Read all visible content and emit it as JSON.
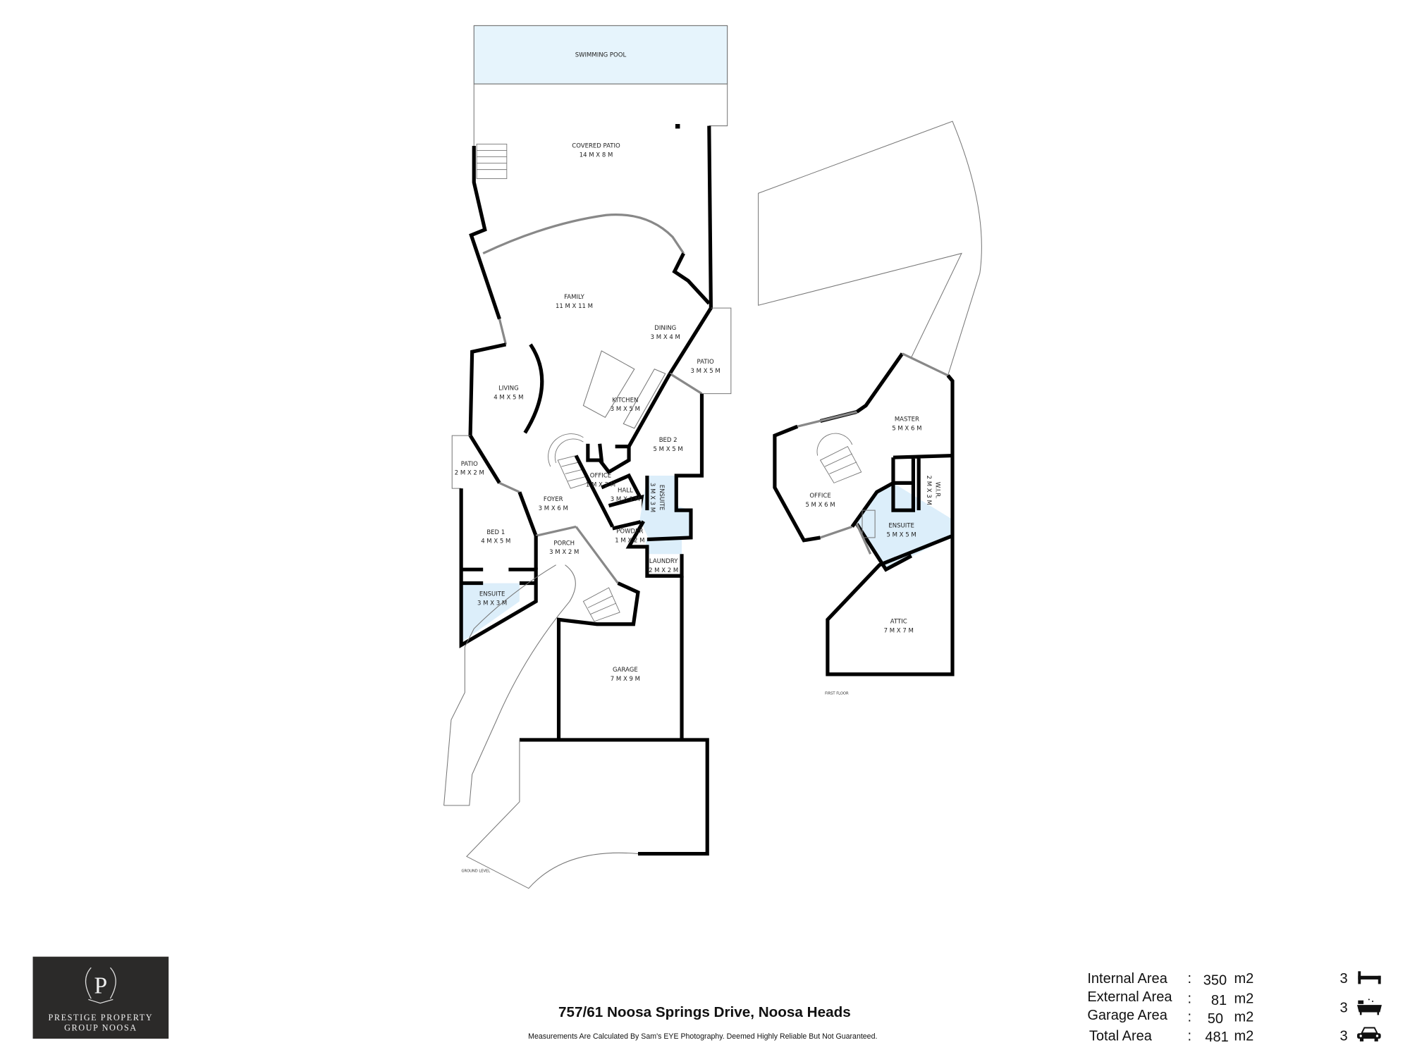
{
  "ground_floor": {
    "level_label": "GROUND LEVEL",
    "rooms": [
      {
        "name": "SWIMMING POOL",
        "dims": ""
      },
      {
        "name": "COVERED PATIO",
        "dims": "14 M X 8 M"
      },
      {
        "name": "FAMILY",
        "dims": "11 M X 11 M"
      },
      {
        "name": "DINING",
        "dims": "3 M X 4 M"
      },
      {
        "name": "PATIO",
        "dims": "3 M X 5 M"
      },
      {
        "name": "LIVING",
        "dims": "4 M X 5 M"
      },
      {
        "name": "KITCHEN",
        "dims": "3 M X 5 M"
      },
      {
        "name": "BED 2",
        "dims": "5 M X 5 M"
      },
      {
        "name": "PATIO",
        "dims": "2 M X 2 M"
      },
      {
        "name": "OFFICE",
        "dims": "1 M X 2 M"
      },
      {
        "name": "HALL",
        "dims": "3 M X 1 M"
      },
      {
        "name": "ENSUITE",
        "dims": "3 M X 3 M"
      },
      {
        "name": "FOYER",
        "dims": "3 M X 6 M"
      },
      {
        "name": "BED 1",
        "dims": "4 M X 5 M"
      },
      {
        "name": "POWDER",
        "dims": "1 M X 2 M"
      },
      {
        "name": "PORCH",
        "dims": "3 M X 2 M"
      },
      {
        "name": "LAUNDRY",
        "dims": "2 M X 2 M"
      },
      {
        "name": "ENSUITE",
        "dims": "3 M X 3 M"
      },
      {
        "name": "GARAGE",
        "dims": "7 M X 9 M"
      }
    ]
  },
  "first_floor": {
    "level_label": "FIRST FLOOR",
    "rooms": [
      {
        "name": "MASTER",
        "dims": "5 M X 6 M"
      },
      {
        "name": "OFFICE",
        "dims": "5 M X 6 M"
      },
      {
        "name": "W.I.R.",
        "dims": "2 M X 3 M"
      },
      {
        "name": "ENSUITE",
        "dims": "5 M X 5 M"
      },
      {
        "name": "ATTIC",
        "dims": "7 M X 7 M"
      }
    ]
  },
  "logo": {
    "initial": "P",
    "line1": "PRESTIGE PROPERTY",
    "line2": "GROUP NOOSA"
  },
  "footer": {
    "address": "757/61 Noosa Springs Drive, Noosa Heads",
    "disclaimer": "Measurements Are Calculated By Sam's EYE Photography. Deemed Highly Reliable But Not Guaranteed."
  },
  "areas": [
    {
      "label": "Internal Area",
      "value": "350",
      "unit": "m2"
    },
    {
      "label": "External Area",
      "value": "81",
      "unit": "m2"
    },
    {
      "label": "Garage Area",
      "value": "50",
      "unit": "m2"
    },
    {
      "label": "Total Area",
      "value": "481",
      "unit": "m2"
    }
  ],
  "features": [
    {
      "icon": "bed-icon",
      "count": "3"
    },
    {
      "icon": "bath-icon",
      "count": "3"
    },
    {
      "icon": "car-icon",
      "count": "3"
    }
  ]
}
